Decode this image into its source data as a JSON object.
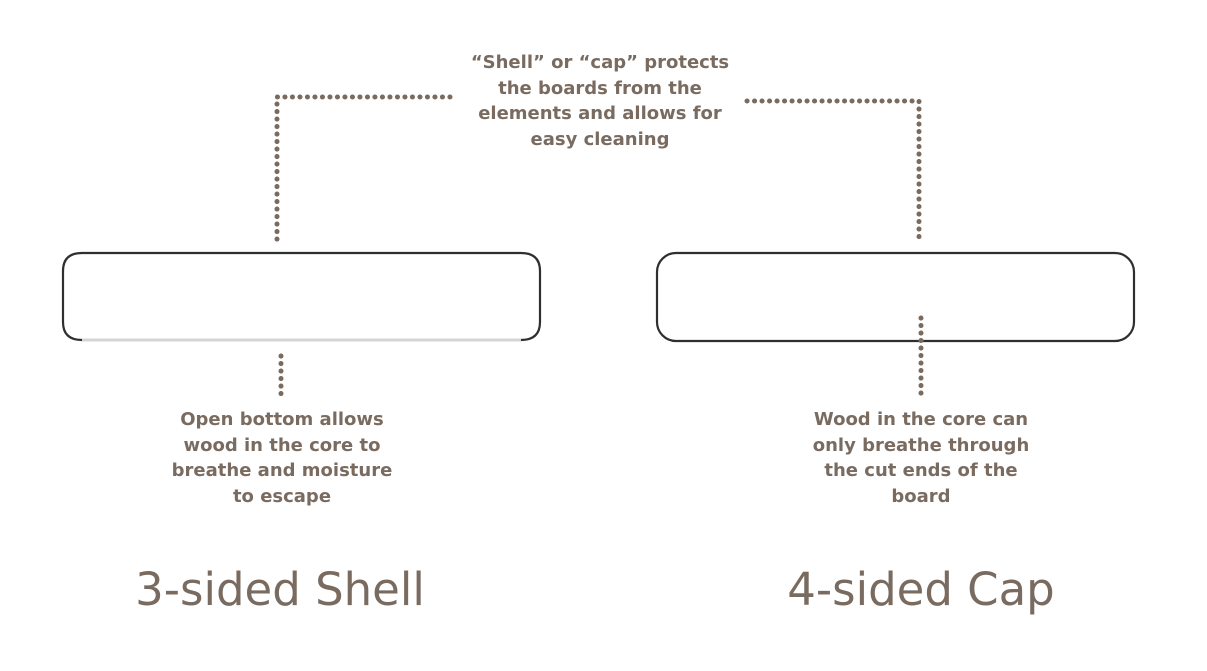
{
  "colors": {
    "text": "#7a6b60",
    "dots": "#7a6b60",
    "board_outline": "#2f2f2f",
    "open_edge": "#d4d4d4",
    "background": "#ffffff"
  },
  "top_caption": "“Shell” or “cap” protects the boards from the elements and allows for easy cleaning",
  "left": {
    "caption": "Open bottom allows wood in the core to breathe and moisture to escape",
    "heading": "3-sided Shell"
  },
  "right": {
    "caption": "Wood in the core can only breathe through the cut ends of the board",
    "heading": "4-sided Cap"
  }
}
